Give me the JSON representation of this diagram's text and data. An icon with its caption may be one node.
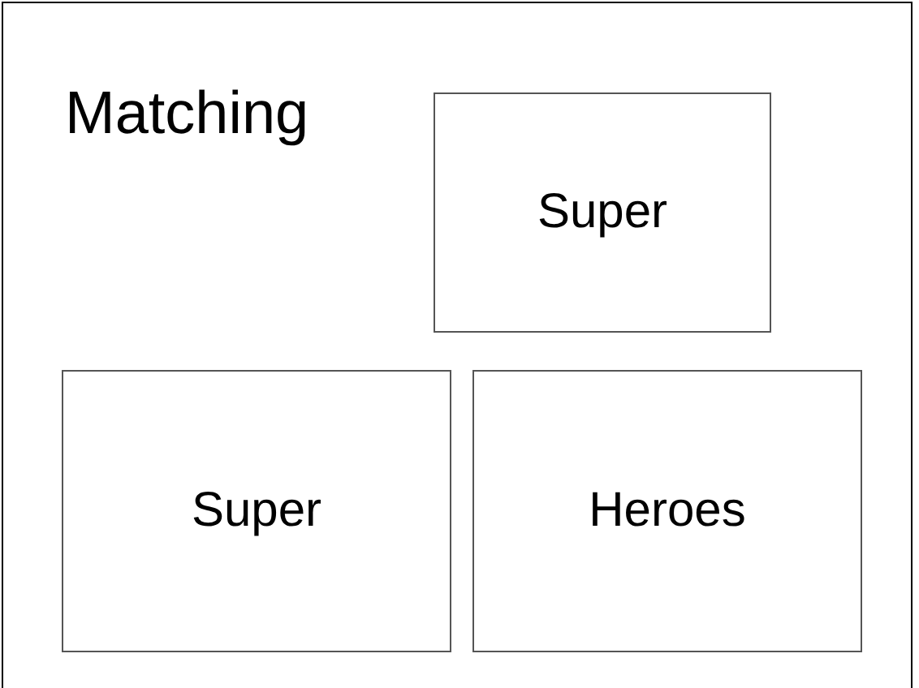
{
  "diagram": {
    "title": "Matching",
    "nodes": [
      {
        "text": [
          "Super"
        ]
      },
      {
        "text": [
          "Super"
        ]
      },
      {
        "text": [
          "Heroes"
        ]
      }
    ]
  }
}
